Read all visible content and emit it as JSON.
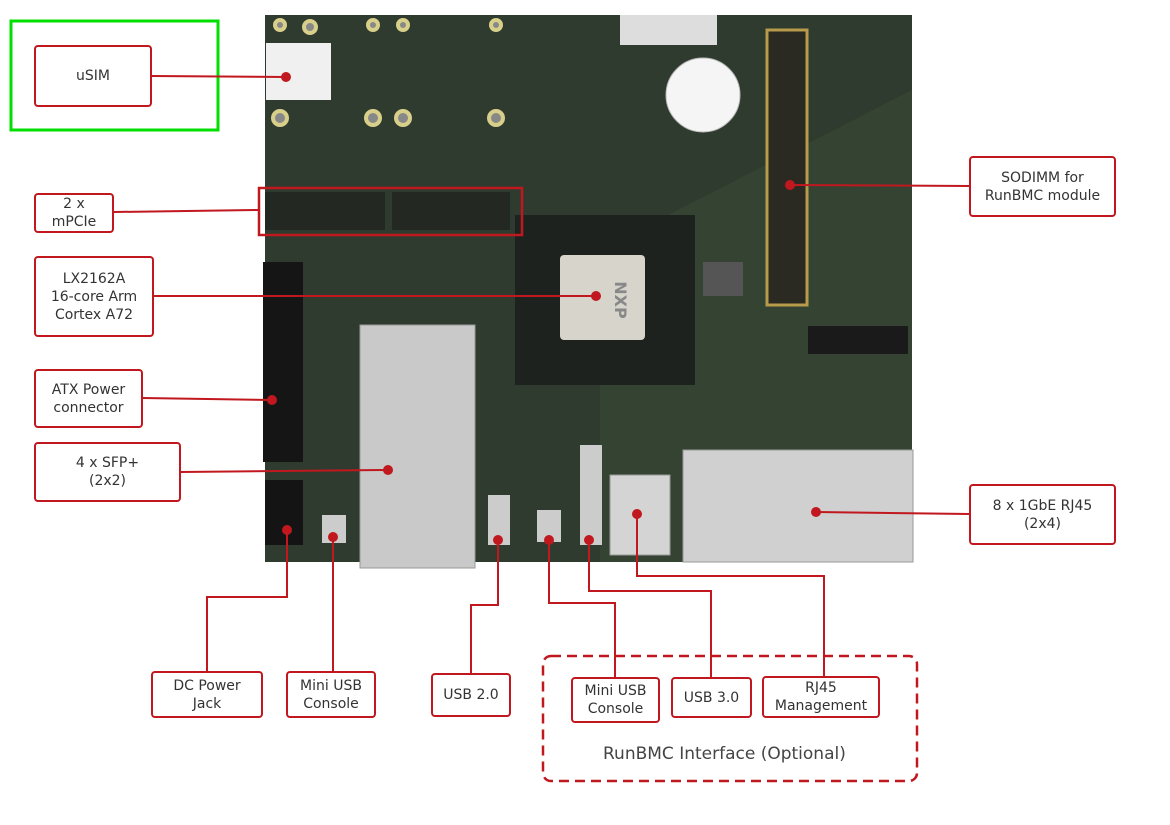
{
  "colors": {
    "accent": "#c0181e",
    "highlight": "#00e000",
    "board": "#2f3b2e"
  },
  "labels": {
    "usim": "uSIM",
    "mpcie": "2 x\nmPCIe",
    "cpu": "LX2162A\n16-core Arm\nCortex A72",
    "atx": "ATX Power\nconnector",
    "sfp": "4 x SFP+\n(2x2)",
    "sodimm": "SODIMM for\nRunBMC module",
    "rj45": "8 x 1GbE RJ45\n(2x4)",
    "dc_jack": "DC Power\nJack",
    "mini_usb": "Mini USB\nConsole",
    "usb2": "USB 2.0",
    "bmc_mini_usb": "Mini USB\nConsole",
    "usb3": "USB 3.0",
    "rj45_mgmt": "RJ45\nManagement"
  },
  "group": {
    "title": "RunBMC Interface (Optional)"
  },
  "chip_marking": "NXP"
}
